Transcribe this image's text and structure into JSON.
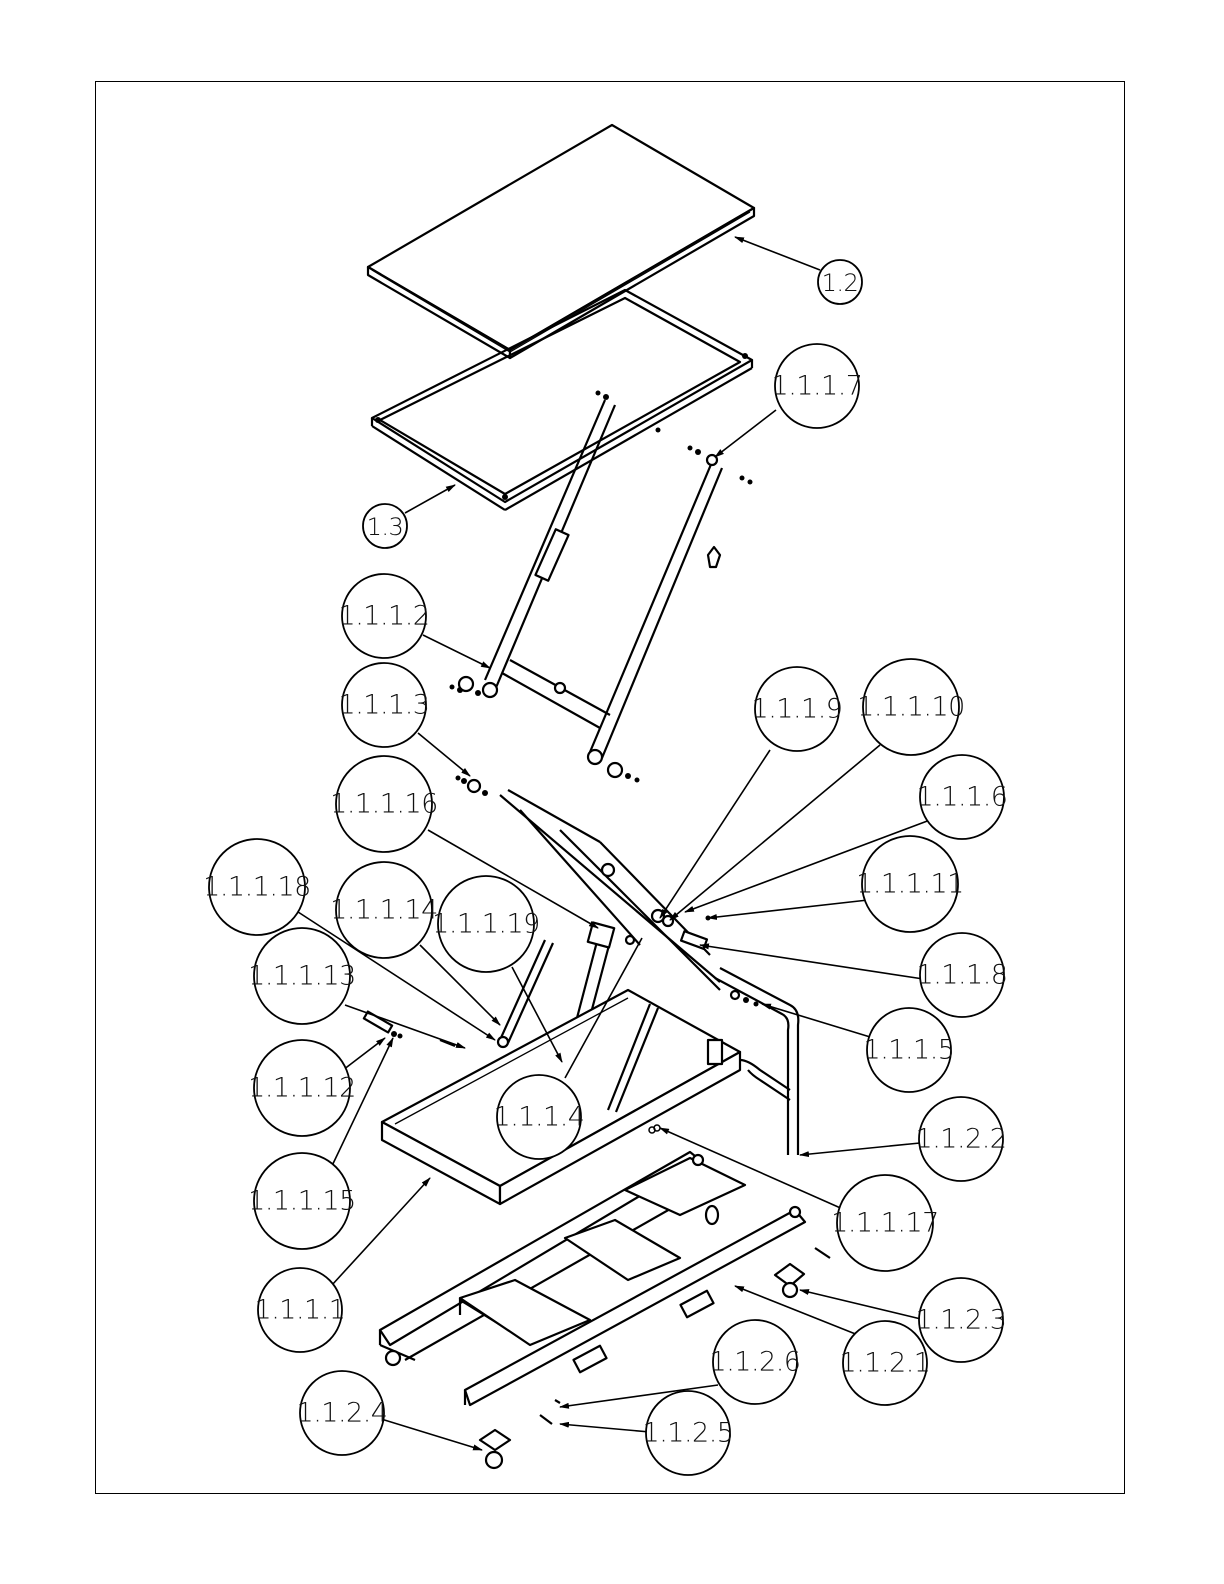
{
  "drawing": {
    "type": "exploded-assembly",
    "subject": "scissor lift table",
    "colors": {
      "line": "#000000",
      "background": "#ffffff"
    }
  },
  "balloons": [
    {
      "id": "b-1-2",
      "label": "1.2"
    },
    {
      "id": "b-1-1-1-7",
      "label": "1.1.1.7"
    },
    {
      "id": "b-1-3",
      "label": "1.3"
    },
    {
      "id": "b-1-1-1-2",
      "label": "1.1.1.2"
    },
    {
      "id": "b-1-1-1-3",
      "label": "1.1.1.3"
    },
    {
      "id": "b-1-1-1-9",
      "label": "1.1.1.9"
    },
    {
      "id": "b-1-1-1-10",
      "label": "1.1.1.10"
    },
    {
      "id": "b-1-1-1-16",
      "label": "1.1.1.16"
    },
    {
      "id": "b-1-1-1-6",
      "label": "1.1.1.6"
    },
    {
      "id": "b-1-1-1-18",
      "label": "1.1.1.18"
    },
    {
      "id": "b-1-1-1-14",
      "label": "1.1.1.14"
    },
    {
      "id": "b-1-1-1-19",
      "label": "1.1.1.19"
    },
    {
      "id": "b-1-1-1-11",
      "label": "1.1.1.11"
    },
    {
      "id": "b-1-1-1-13",
      "label": "1.1.1.13"
    },
    {
      "id": "b-1-1-1-8",
      "label": "1.1.1.8"
    },
    {
      "id": "b-1-1-1-5",
      "label": "1.1.1.5"
    },
    {
      "id": "b-1-1-1-12",
      "label": "1.1.1.12"
    },
    {
      "id": "b-1-1-1-4",
      "label": "1.1.1.4"
    },
    {
      "id": "b-1-1-2-2",
      "label": "1.1.2.2"
    },
    {
      "id": "b-1-1-1-15",
      "label": "1.1.1.15"
    },
    {
      "id": "b-1-1-1-17",
      "label": "1.1.1.17"
    },
    {
      "id": "b-1-1-2-3",
      "label": "1.1.2.3"
    },
    {
      "id": "b-1-1-1-1",
      "label": "1.1.1.1"
    },
    {
      "id": "b-1-1-2-1",
      "label": "1.1.2.1"
    },
    {
      "id": "b-1-1-2-6",
      "label": "1.1.2.6"
    },
    {
      "id": "b-1-1-2-4",
      "label": "1.1.2.4"
    },
    {
      "id": "b-1-1-2-5",
      "label": "1.1.2.5"
    }
  ]
}
